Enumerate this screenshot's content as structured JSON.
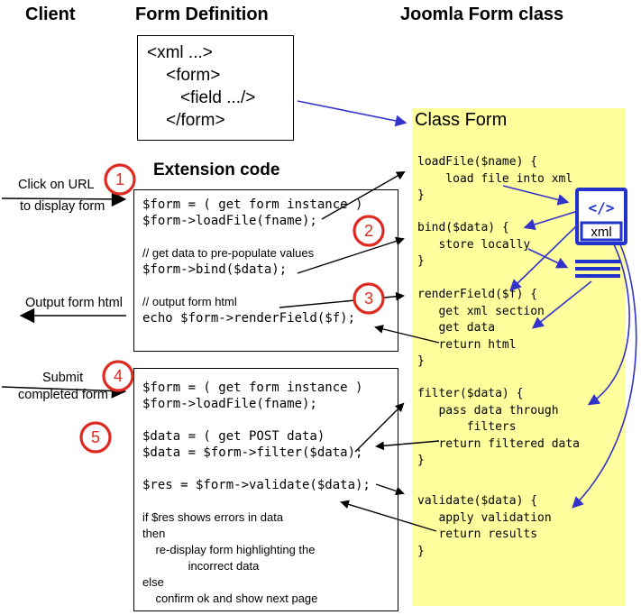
{
  "colors": {
    "accent_blue": "#3333CC",
    "highlight_yellow": "#FFFF9E",
    "step_red": "#DD2B22"
  },
  "headers": {
    "client": "Client",
    "form_definition": "Form Definition",
    "joomla_form_class": "Joomla Form class",
    "extension_code": "Extension code"
  },
  "form_definition_box": {
    "xml_snippet": "<xml ...>\n    <form>\n       <field .../>\n    </form>"
  },
  "client_flow": {
    "click_url_line1": "Click on URL",
    "click_url_line2": "to display form",
    "output_form_html": "Output form html",
    "submit_line1": "Submit",
    "submit_line2": "completed form"
  },
  "steps": {
    "s1": "1",
    "s2": "2",
    "s3": "3",
    "s4": "4",
    "s5": "5"
  },
  "extension_code_box1": {
    "lines": [
      "$form = ( get form instance )",
      "$form->loadFile(fname);",
      "",
      "// get data to pre-populate values",
      "$form->bind($data);",
      "",
      "// output form html",
      "echo $form->renderField($f);"
    ]
  },
  "extension_code_box2": {
    "lines": [
      "$form = ( get form instance )",
      "$form->loadFile(fname);",
      "",
      "$data = ( get POST data)",
      "$data = $form->filter($data);",
      "",
      "$res = $form->validate($data);",
      "",
      "if $res shows errors in data",
      "then",
      "    re-display form highlighting the",
      "              incorrect data",
      "else",
      "    confirm ok and show next page"
    ]
  },
  "class_form": {
    "title": "Class Form",
    "loadfile_block": "loadFile($name) {\n    load file into xml\n}",
    "bind_block": "bind($data) {\n   store locally\n}",
    "render_block": "renderField($f) {\n   get xml section\n   get data\n   return html\n}",
    "filter_block": "filter($data) {\n   pass data through\n       filters\n   return filtered data\n}",
    "validate_block": "validate($data) {\n   apply validation\n   return results\n}"
  },
  "xml_icon": {
    "code_glyph": "</>",
    "label": "xml"
  }
}
